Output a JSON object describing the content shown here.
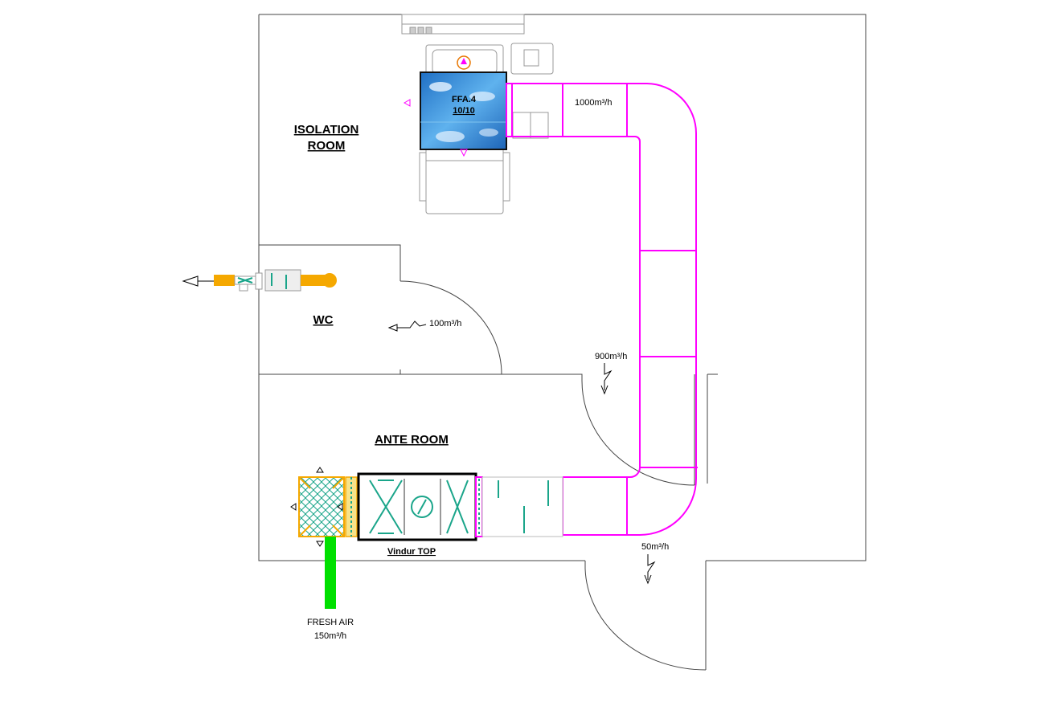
{
  "rooms": {
    "isolation_line1": "ISOLATION",
    "isolation_line2": "ROOM",
    "wc": "WC",
    "ante": "ANTE ROOM"
  },
  "units": {
    "ffa_line1": "FFA.4",
    "ffa_line2": "10/10",
    "ahu": "Vindur TOP"
  },
  "airflows": {
    "supply_main": "1000m³/h",
    "wc_exhaust": "100m³/h",
    "transfer_isolation": "900m³/h",
    "transfer_ante": "50m³/h",
    "fresh_air_line1": "FRESH AIR",
    "fresh_air_line2": "150m³/h"
  },
  "colors": {
    "walls": "#444444",
    "duct": "#ff00ff",
    "fresh_air": "#00e000",
    "filter": "#f5a800",
    "coil": "#1aa58a",
    "exhaust_duct": "#f5a800",
    "sky_panel": "#2e8fd8"
  }
}
